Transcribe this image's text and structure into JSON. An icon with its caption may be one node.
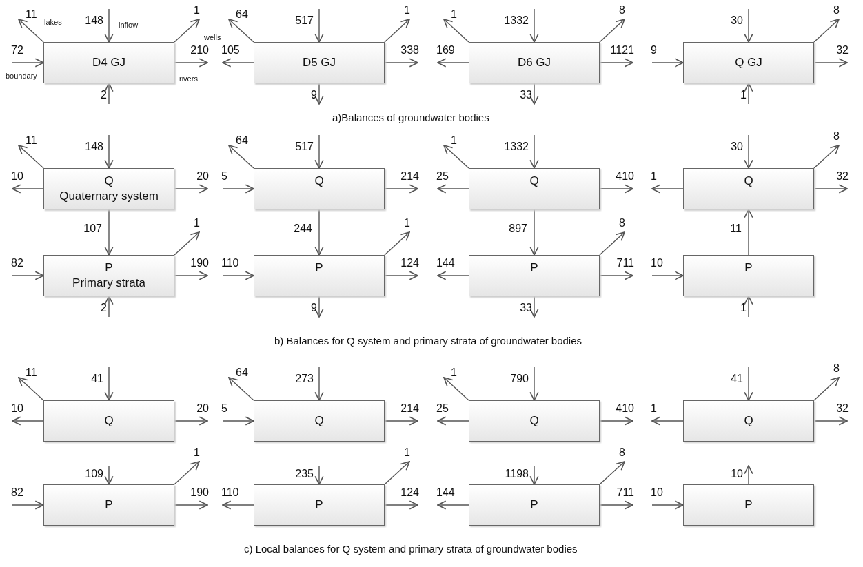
{
  "diagram": {
    "nodes": [
      {
        "text": [
          "D4 GJ"
        ]
      },
      {
        "text": [
          "D5 GJ"
        ]
      },
      {
        "text": [
          "D6 GJ"
        ]
      },
      {
        "text": [
          "Q GJ"
        ]
      },
      {
        "text": [
          "Q",
          "Quaternary system"
        ]
      },
      {
        "text": [
          "Q"
        ]
      },
      {
        "text": [
          "Q"
        ]
      },
      {
        "text": [
          "Q"
        ]
      },
      {
        "text": [
          "P",
          "Primary strata"
        ]
      },
      {
        "text": [
          "P"
        ]
      },
      {
        "text": [
          "P"
        ]
      },
      {
        "text": [
          "P"
        ]
      },
      {
        "text": [
          "Q"
        ]
      },
      {
        "text": [
          "Q"
        ]
      },
      {
        "text": [
          "Q"
        ]
      },
      {
        "text": [
          "Q"
        ]
      },
      {
        "text": [
          "P"
        ]
      },
      {
        "text": [
          "P"
        ]
      },
      {
        "text": [
          "P"
        ]
      },
      {
        "text": [
          "P"
        ]
      }
    ],
    "edges": [
      {
        "from": 0,
        "to": null,
        "arrow": "to",
        "label": "11"
      },
      {
        "from": null,
        "to": 0,
        "arrow": "to",
        "label": "148"
      },
      {
        "from": 0,
        "to": null,
        "arrow": "to",
        "label": "1"
      },
      {
        "from": null,
        "to": 0,
        "arrow": "to",
        "label": "72"
      },
      {
        "from": 0,
        "to": null,
        "arrow": "to",
        "label": "210"
      },
      {
        "from": null,
        "to": 0,
        "arrow": "to",
        "label": "2"
      },
      {
        "from": 1,
        "to": null,
        "arrow": "to",
        "label": "64"
      },
      {
        "from": null,
        "to": 1,
        "arrow": "to",
        "label": "517"
      },
      {
        "from": 1,
        "to": null,
        "arrow": "to",
        "label": "1"
      },
      {
        "from": 1,
        "to": null,
        "arrow": "to",
        "label": "105"
      },
      {
        "from": 1,
        "to": null,
        "arrow": "to",
        "label": "338"
      },
      {
        "from": 1,
        "to": null,
        "arrow": "to",
        "label": "9"
      },
      {
        "from": 2,
        "to": null,
        "arrow": "to",
        "label": "1"
      },
      {
        "from": null,
        "to": 2,
        "arrow": "to",
        "label": "1332"
      },
      {
        "from": 2,
        "to": null,
        "arrow": "to",
        "label": "8"
      },
      {
        "from": 2,
        "to": null,
        "arrow": "to",
        "label": "169"
      },
      {
        "from": 2,
        "to": null,
        "arrow": "to",
        "label": "1121"
      },
      {
        "from": 2,
        "to": null,
        "arrow": "to",
        "label": "33"
      },
      {
        "from": null,
        "to": 3,
        "arrow": "to",
        "label": "30"
      },
      {
        "from": 3,
        "to": null,
        "arrow": "to",
        "label": "8"
      },
      {
        "from": null,
        "to": 3,
        "arrow": "to",
        "label": "9"
      },
      {
        "from": 3,
        "to": null,
        "arrow": "to",
        "label": "32"
      },
      {
        "from": null,
        "to": 3,
        "arrow": "to",
        "label": "1"
      },
      {
        "from": 4,
        "to": null,
        "arrow": "to",
        "label": "11"
      },
      {
        "from": null,
        "to": 4,
        "arrow": "to",
        "label": "148"
      },
      {
        "from": 4,
        "to": null,
        "arrow": "to",
        "label": "10"
      },
      {
        "from": 4,
        "to": null,
        "arrow": "to",
        "label": "20"
      },
      {
        "from": 4,
        "to": 8,
        "arrow": "to",
        "label": "107"
      },
      {
        "from": 8,
        "to": null,
        "arrow": "to",
        "label": "1"
      },
      {
        "from": null,
        "to": 8,
        "arrow": "to",
        "label": "82"
      },
      {
        "from": 8,
        "to": null,
        "arrow": "to",
        "label": "190"
      },
      {
        "from": null,
        "to": 8,
        "arrow": "to",
        "label": "2"
      },
      {
        "from": 5,
        "to": null,
        "arrow": "to",
        "label": "64"
      },
      {
        "from": null,
        "to": 5,
        "arrow": "to",
        "label": "517"
      },
      {
        "from": null,
        "to": 5,
        "arrow": "to",
        "label": "5"
      },
      {
        "from": 5,
        "to": null,
        "arrow": "to",
        "label": "214"
      },
      {
        "from": 5,
        "to": 9,
        "arrow": "to",
        "label": "244"
      },
      {
        "from": 9,
        "to": null,
        "arrow": "to",
        "label": "1"
      },
      {
        "from": null,
        "to": 9,
        "arrow": "to",
        "label": "110"
      },
      {
        "from": 9,
        "to": null,
        "arrow": "to",
        "label": "124"
      },
      {
        "from": 9,
        "to": null,
        "arrow": "to",
        "label": "9"
      },
      {
        "from": 6,
        "to": null,
        "arrow": "to",
        "label": "1"
      },
      {
        "from": null,
        "to": 6,
        "arrow": "to",
        "label": "1332"
      },
      {
        "from": 6,
        "to": null,
        "arrow": "to",
        "label": "25"
      },
      {
        "from": 6,
        "to": null,
        "arrow": "to",
        "label": "410"
      },
      {
        "from": 6,
        "to": 10,
        "arrow": "to",
        "label": "897"
      },
      {
        "from": 10,
        "to": null,
        "arrow": "to",
        "label": "8"
      },
      {
        "from": 10,
        "to": null,
        "arrow": "to",
        "label": "144"
      },
      {
        "from": 10,
        "to": null,
        "arrow": "to",
        "label": "711"
      },
      {
        "from": 10,
        "to": null,
        "arrow": "to",
        "label": "33"
      },
      {
        "from": null,
        "to": 7,
        "arrow": "to",
        "label": "30"
      },
      {
        "from": 7,
        "to": null,
        "arrow": "to",
        "label": "8"
      },
      {
        "from": 7,
        "to": null,
        "arrow": "to",
        "label": "1"
      },
      {
        "from": 7,
        "to": null,
        "arrow": "to",
        "label": "32"
      },
      {
        "from": 11,
        "to": 7,
        "arrow": "to",
        "label": "11"
      },
      {
        "from": null,
        "to": 11,
        "arrow": "to",
        "label": "10"
      },
      {
        "from": null,
        "to": 11,
        "arrow": "to",
        "label": "1"
      },
      {
        "from": 12,
        "to": null,
        "arrow": "to",
        "label": "11"
      },
      {
        "from": null,
        "to": 12,
        "arrow": "to",
        "label": "41"
      },
      {
        "from": 12,
        "to": null,
        "arrow": "to",
        "label": "10"
      },
      {
        "from": 12,
        "to": null,
        "arrow": "to",
        "label": "20"
      },
      {
        "from": null,
        "to": 16,
        "arrow": "to",
        "label": "109"
      },
      {
        "from": 16,
        "to": null,
        "arrow": "to",
        "label": "1"
      },
      {
        "from": null,
        "to": 16,
        "arrow": "to",
        "label": "82"
      },
      {
        "from": 16,
        "to": null,
        "arrow": "to",
        "label": "190"
      },
      {
        "from": 13,
        "to": null,
        "arrow": "to",
        "label": "64"
      },
      {
        "from": null,
        "to": 13,
        "arrow": "to",
        "label": "273"
      },
      {
        "from": null,
        "to": 13,
        "arrow": "to",
        "label": "5"
      },
      {
        "from": 13,
        "to": null,
        "arrow": "to",
        "label": "214"
      },
      {
        "from": null,
        "to": 17,
        "arrow": "to",
        "label": "235"
      },
      {
        "from": 17,
        "to": null,
        "arrow": "to",
        "label": "1"
      },
      {
        "from": 17,
        "to": null,
        "arrow": "to",
        "label": "110"
      },
      {
        "from": 17,
        "to": null,
        "arrow": "to",
        "label": "124"
      },
      {
        "from": 14,
        "to": null,
        "arrow": "to",
        "label": "1"
      },
      {
        "from": null,
        "to": 14,
        "arrow": "to",
        "label": "790"
      },
      {
        "from": 14,
        "to": null,
        "arrow": "to",
        "label": "25"
      },
      {
        "from": 14,
        "to": null,
        "arrow": "to",
        "label": "410"
      },
      {
        "from": null,
        "to": 18,
        "arrow": "to",
        "label": "1198"
      },
      {
        "from": 18,
        "to": null,
        "arrow": "to",
        "label": "8"
      },
      {
        "from": 18,
        "to": null,
        "arrow": "to",
        "label": "144"
      },
      {
        "from": 18,
        "to": null,
        "arrow": "to",
        "label": "711"
      },
      {
        "from": null,
        "to": 15,
        "arrow": "to",
        "label": "41"
      },
      {
        "from": 15,
        "to": null,
        "arrow": "to",
        "label": "8"
      },
      {
        "from": 15,
        "to": null,
        "arrow": "to",
        "label": "1"
      },
      {
        "from": 15,
        "to": null,
        "arrow": "to",
        "label": "32"
      },
      {
        "from": 19,
        "to": null,
        "arrow": "to",
        "label": "10"
      },
      {
        "from": null,
        "to": 19,
        "arrow": "to",
        "label": "10"
      }
    ],
    "labels": [
      "lakes",
      "inflow",
      "wells",
      "boundary",
      "rivers",
      "a)Balances of groundwater bodies",
      "b) Balances for Q system and primary strata of groundwater bodies",
      "c) Local balances for Q system and primary strata of groundwater bodies"
    ]
  }
}
